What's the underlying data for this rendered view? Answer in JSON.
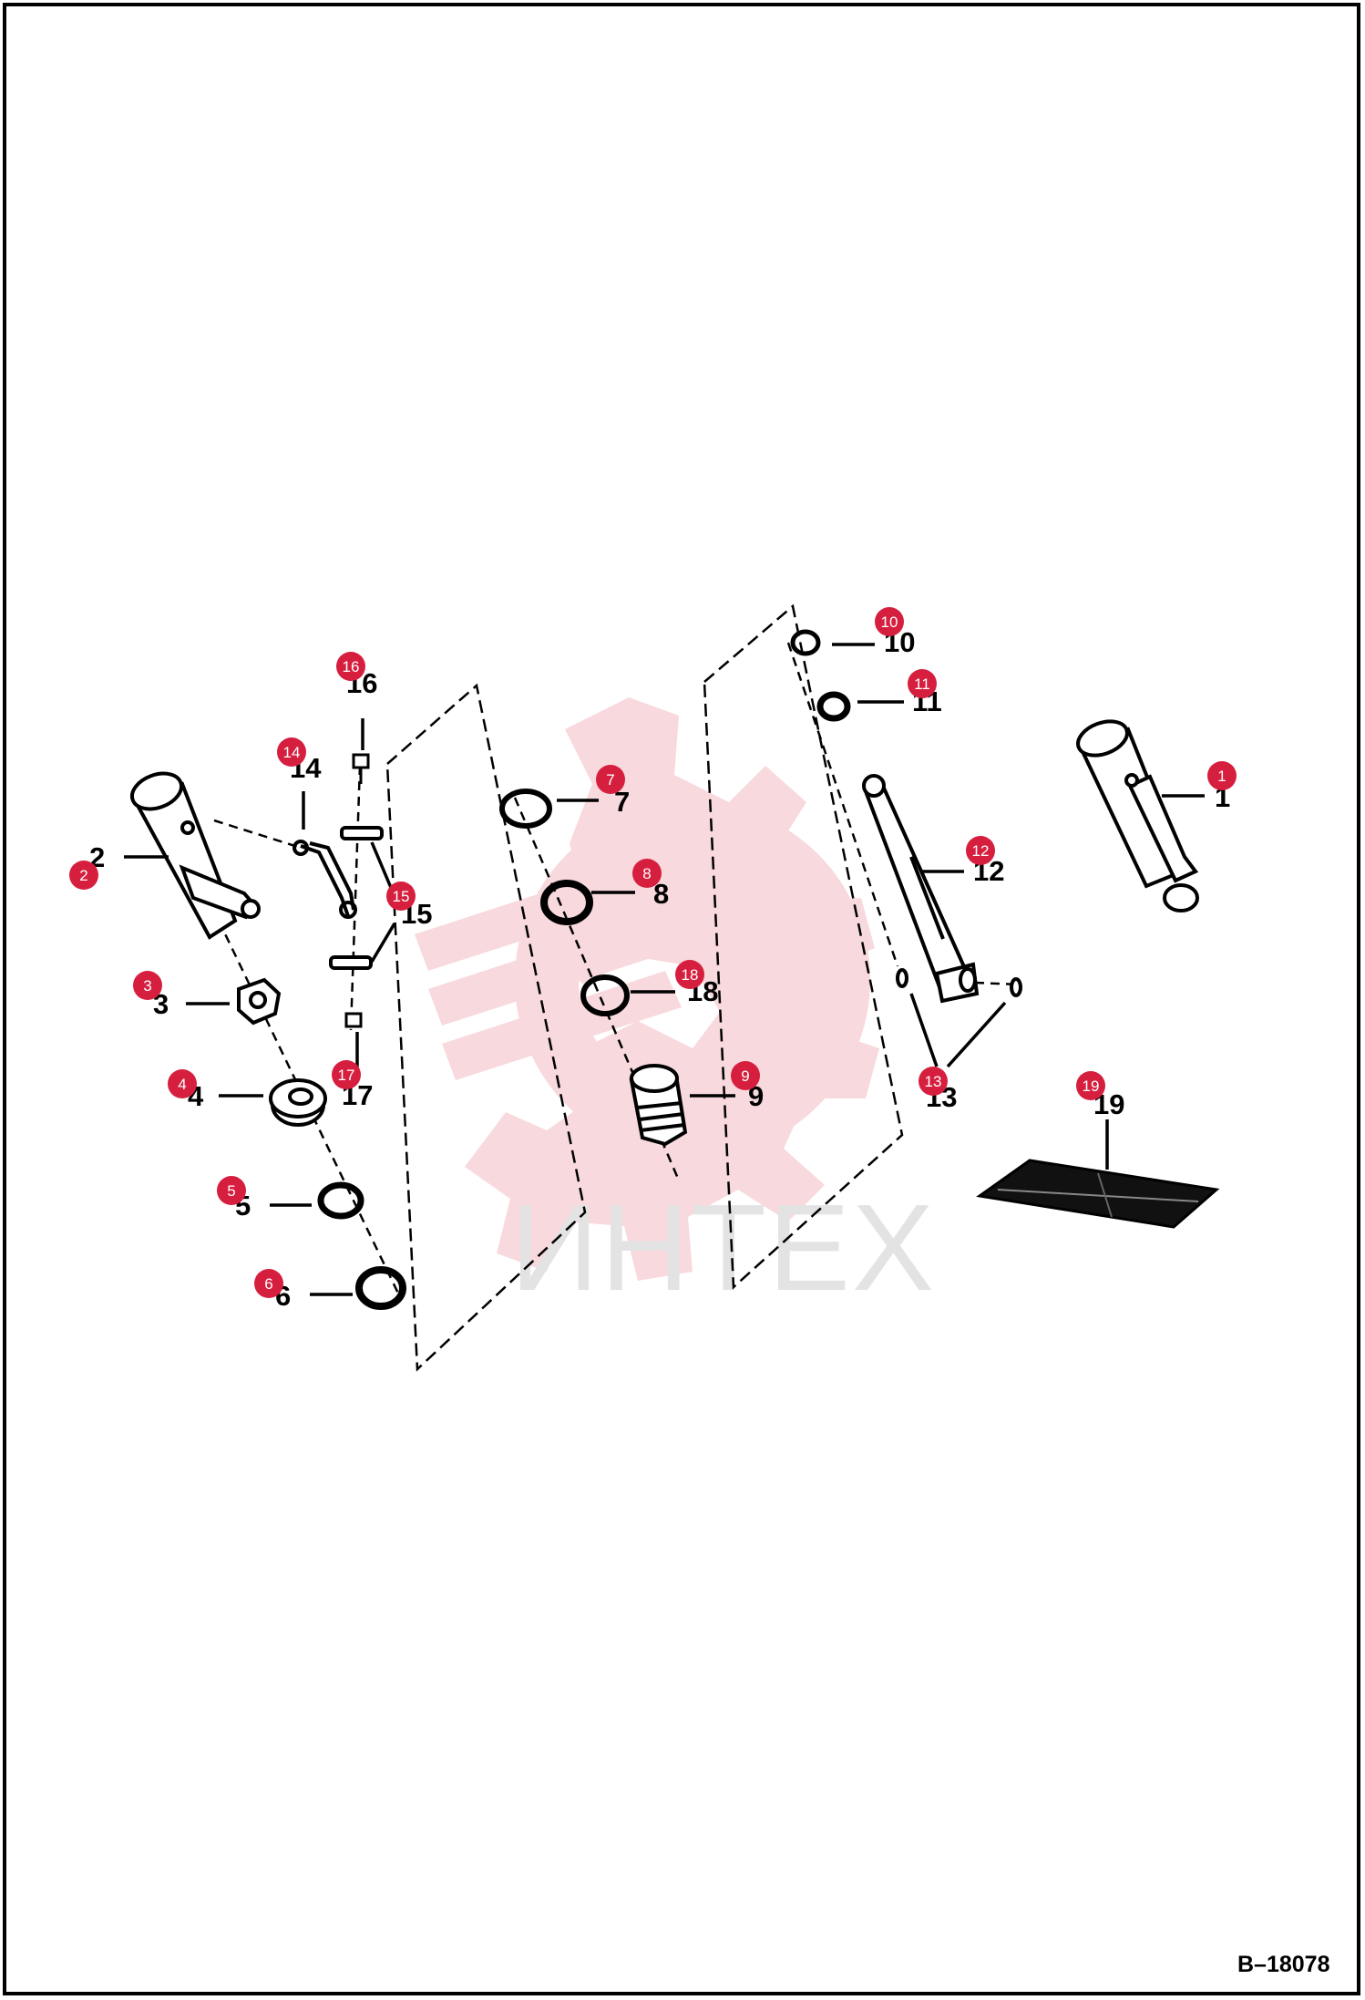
{
  "diagram": {
    "ref_code": "B–18078",
    "watermark_text": "ИНТЕХ",
    "callouts": [
      {
        "id": "1",
        "label": "1",
        "badge": "1"
      },
      {
        "id": "2",
        "label": "2",
        "badge": "2"
      },
      {
        "id": "3",
        "label": "3",
        "badge": "3"
      },
      {
        "id": "4",
        "label": "4",
        "badge": "4"
      },
      {
        "id": "5",
        "label": "5",
        "badge": "5"
      },
      {
        "id": "6",
        "label": "6",
        "badge": "6"
      },
      {
        "id": "7",
        "label": "7",
        "badge": "7"
      },
      {
        "id": "8",
        "label": "8",
        "badge": "8"
      },
      {
        "id": "9",
        "label": "9",
        "badge": "9"
      },
      {
        "id": "10",
        "label": "10",
        "badge": "10"
      },
      {
        "id": "11",
        "label": "11",
        "badge": "11"
      },
      {
        "id": "12",
        "label": "12",
        "badge": "12"
      },
      {
        "id": "13",
        "label": "13",
        "badge": "13"
      },
      {
        "id": "14",
        "label": "14",
        "badge": "14"
      },
      {
        "id": "15",
        "label": "15",
        "badge": "15"
      },
      {
        "id": "16",
        "label": "16",
        "badge": "16"
      },
      {
        "id": "17",
        "label": "17",
        "badge": "17"
      },
      {
        "id": "18",
        "label": "18",
        "badge": "18"
      },
      {
        "id": "19",
        "label": "19",
        "badge": "19"
      }
    ],
    "colors": {
      "badge": "#d61f3f",
      "watermark": "#f7d3d8",
      "watermark_text": "#e3e3e3",
      "line": "#000000"
    }
  }
}
